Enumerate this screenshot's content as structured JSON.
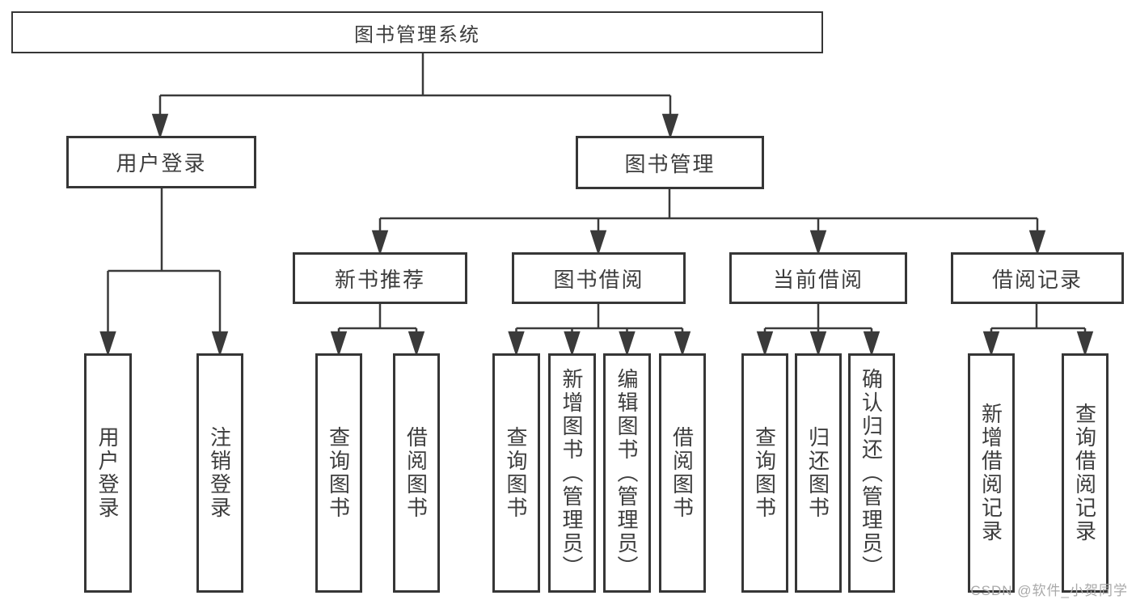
{
  "diagram": {
    "type": "hierarchy-tree",
    "colors": {
      "line": "#3a3a3a",
      "box_border": "#363636",
      "text": "#3d3d3d",
      "background": "#ffffff",
      "watermark": "#a9a9a9"
    },
    "nodes": {
      "root": {
        "label": "图书管理系统"
      },
      "level2": [
        {
          "id": "user-login",
          "label": "用户登录"
        },
        {
          "id": "book-management",
          "label": "图书管理"
        }
      ],
      "level3": [
        {
          "id": "new-book-recommend",
          "label": "新书推荐",
          "parent": "图书管理"
        },
        {
          "id": "book-borrow",
          "label": "图书借阅",
          "parent": "图书管理"
        },
        {
          "id": "current-borrow",
          "label": "当前借阅",
          "parent": "图书管理"
        },
        {
          "id": "borrow-records",
          "label": "借阅记录",
          "parent": "图书管理"
        }
      ],
      "leaves": {
        "user_login": [
          "用户登录",
          "注销登录"
        ],
        "new_book_recommend": [
          "查询图书",
          "借阅图书"
        ],
        "book_borrow": [
          "查询图书",
          "新增图书（管理员）",
          "编辑图书（管理员）",
          "借阅图书"
        ],
        "current_borrow": [
          "查询图书",
          "归还图书",
          "确认归还（管理员）"
        ],
        "borrow_records": [
          "新增借阅记录",
          "查询借阅记录"
        ]
      }
    }
  },
  "watermark": {
    "text": "CSDN @软件_小贺同学"
  }
}
